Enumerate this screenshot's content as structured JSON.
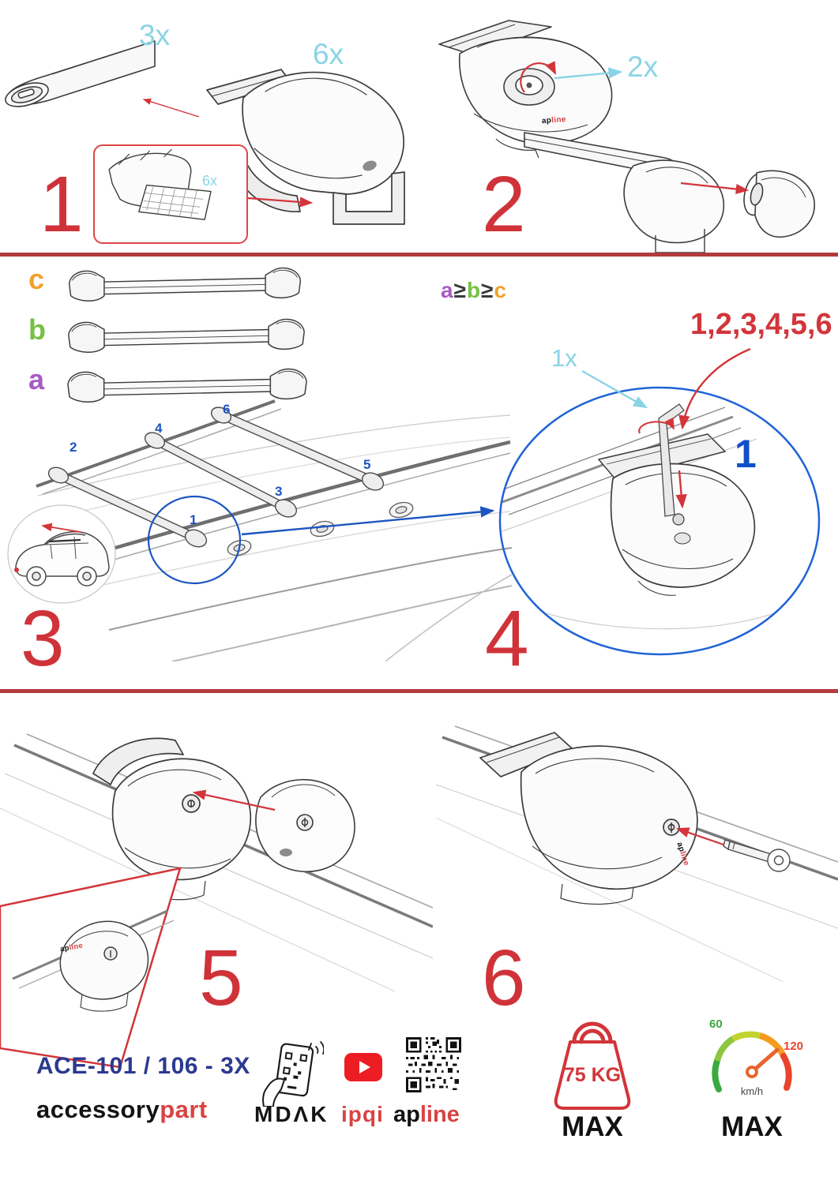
{
  "colors": {
    "accent_red": "#d2353a",
    "label_cyan": "#8ad4e6",
    "callout_blue": "#1c55c0",
    "bar_a_purple": "#a85bc4",
    "bar_b_green": "#76c043",
    "bar_c_orange": "#f0a22e",
    "model_navy": "#2b3990",
    "brand_red": "#d94343",
    "youtube_red": "#ed1d24"
  },
  "step1": {
    "number": "1",
    "bar_qty": "3x",
    "foot_qty": "6x",
    "pad_qty": "6x"
  },
  "step2": {
    "number": "2",
    "knob_qty": "2x"
  },
  "step3": {
    "number": "3",
    "bar_labels": {
      "c": "c",
      "b": "b",
      "a": "a"
    },
    "size_rule": {
      "a": "a",
      "ge1": "≥",
      "b": "b",
      "ge2": "≥",
      "c": "c"
    },
    "roof_positions": {
      "p1": "1",
      "p2": "2",
      "p3": "3",
      "p4": "4",
      "p5": "5",
      "p6": "6"
    }
  },
  "step4": {
    "number": "4",
    "sequence": "1,2,3,4,5,6",
    "key_qty": "1x",
    "position_callout": "1"
  },
  "step5": {
    "number": "5"
  },
  "step6": {
    "number": "6"
  },
  "brand": {
    "model": "ACE-101 / 106 - 3X",
    "name_black": "accessory",
    "name_red": "part",
    "mdak": "MDΛK",
    "ipqi": "ipqi",
    "apline_black": "ap",
    "apline_red": "line"
  },
  "limits": {
    "weight": "75 KG",
    "weight_max": "MAX",
    "speed_low": "60",
    "speed_high": "120",
    "speed_unit": "km/h",
    "speed_max": "MAX"
  }
}
